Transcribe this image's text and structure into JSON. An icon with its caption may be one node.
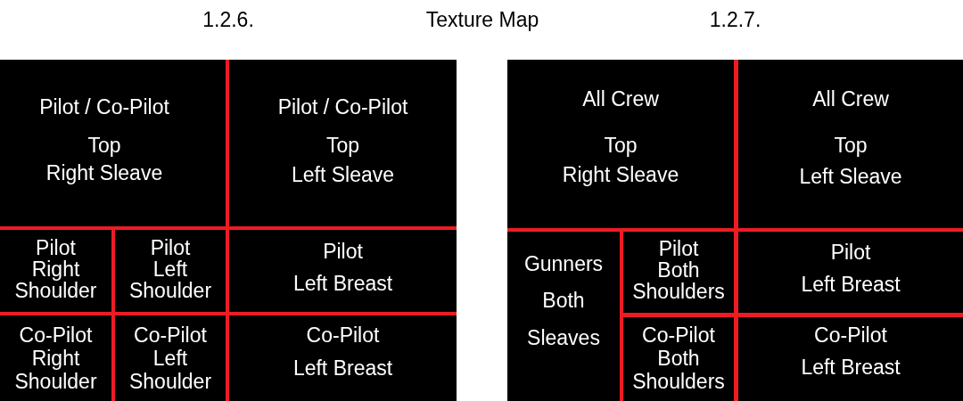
{
  "diagram": {
    "title": "Texture Map",
    "nodes": [
      {
        "text": [
          "1.2.6."
        ]
      },
      {
        "text": [
          "Pilot / Co-Pilot",
          "Top",
          "Right Sleave"
        ],
        "in": 0
      },
      {
        "text": [
          "Pilot / Co-Pilot",
          "Top",
          "Left Sleave"
        ],
        "in": 0
      },
      {
        "text": [
          "Pilot Right Shoulder"
        ],
        "in": 0
      },
      {
        "text": [
          "Pilot Left Shoulder"
        ],
        "in": 0
      },
      {
        "text": [
          "Pilot",
          "Left Breast"
        ],
        "in": 0
      },
      {
        "text": [
          "Co-Pilot Right Shoulder"
        ],
        "in": 0
      },
      {
        "text": [
          "Co-Pilot Left Shoulder"
        ],
        "in": 0
      },
      {
        "text": [
          "Co-Pilot",
          "Left Breast"
        ],
        "in": 0
      },
      {
        "text": [
          "1.2.7."
        ]
      },
      {
        "text": [
          "All Crew",
          "Top",
          "Right Sleave"
        ],
        "in": 9
      },
      {
        "text": [
          "All Crew",
          "Top",
          "Left Sleave"
        ],
        "in": 9
      },
      {
        "text": [
          "Gunners",
          "Both",
          "Sleaves"
        ],
        "in": 9
      },
      {
        "text": [
          "Pilot Both Shoulders"
        ],
        "in": 9
      },
      {
        "text": [
          "Pilot",
          "Left Breast"
        ],
        "in": 9
      },
      {
        "text": [
          "Co-Pilot Both Shoulders"
        ],
        "in": 9
      },
      {
        "text": [
          "Co-Pilot",
          "Left Breast"
        ],
        "in": 9
      }
    ]
  }
}
